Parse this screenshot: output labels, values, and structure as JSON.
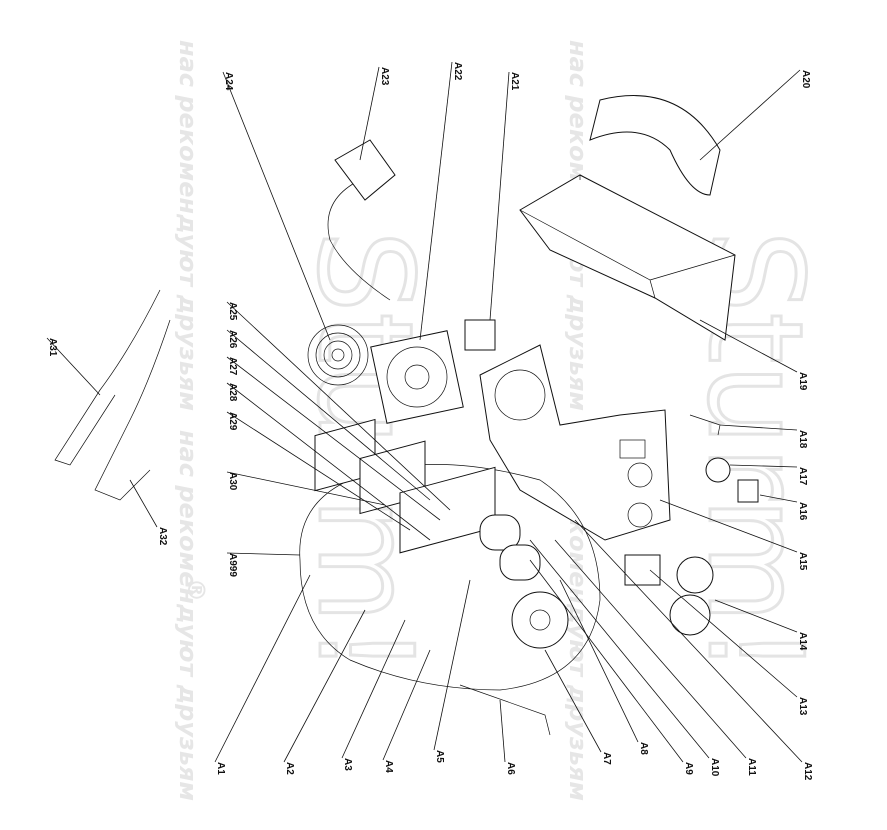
{
  "diagram": {
    "title": "Exploded parts diagram",
    "labels": [
      "A1",
      "A2",
      "A3",
      "A4",
      "A5",
      "A6",
      "A7",
      "A8",
      "A9",
      "A10",
      "A11",
      "A12",
      "A13",
      "A14",
      "A15",
      "A16",
      "A17",
      "A18",
      "A19",
      "A20",
      "A21",
      "A22",
      "A23",
      "A24",
      "A25",
      "A26",
      "A27",
      "A28",
      "A29",
      "A30",
      "A31",
      "A32",
      "A999"
    ]
  },
  "watermark": {
    "brand": "Sturm!",
    "slogan": "нас рекомендуют друзьям",
    "registered": "®"
  }
}
